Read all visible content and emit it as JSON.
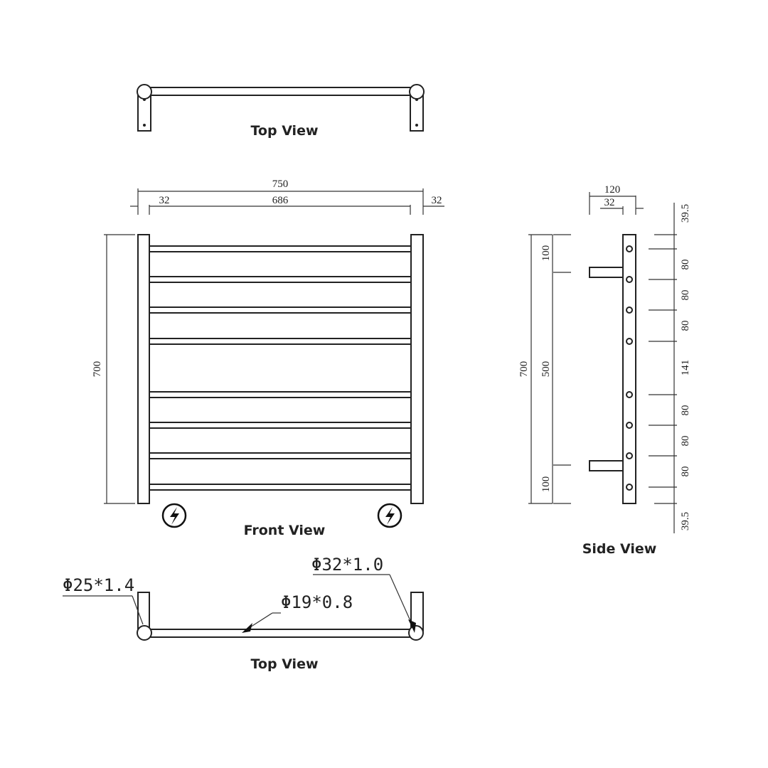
{
  "captions": {
    "top_view_upper": "Top View",
    "front_view": "Front View",
    "side_view": "Side View",
    "top_view_lower": "Top View"
  },
  "front_dims": {
    "overall_width": "750",
    "left_post": "32",
    "inner_width": "686",
    "right_post": "32",
    "height": "700"
  },
  "side_dims": {
    "depth": "120",
    "post": "32",
    "total_height": "700",
    "top_to_bracket": "100",
    "bracket_span": "500",
    "bottom_to_bracket": "100",
    "rail_spacing": [
      "39.5",
      "80",
      "80",
      "80",
      "141",
      "80",
      "80",
      "80",
      "39.5"
    ]
  },
  "specs": {
    "rail_tube": "Φ19*0.8",
    "left_post": "Φ25*1.4",
    "right_post": "Φ32*1.0"
  },
  "icons": {
    "left_power": "lightning-bolt-icon",
    "right_power": "lightning-bolt-icon"
  }
}
